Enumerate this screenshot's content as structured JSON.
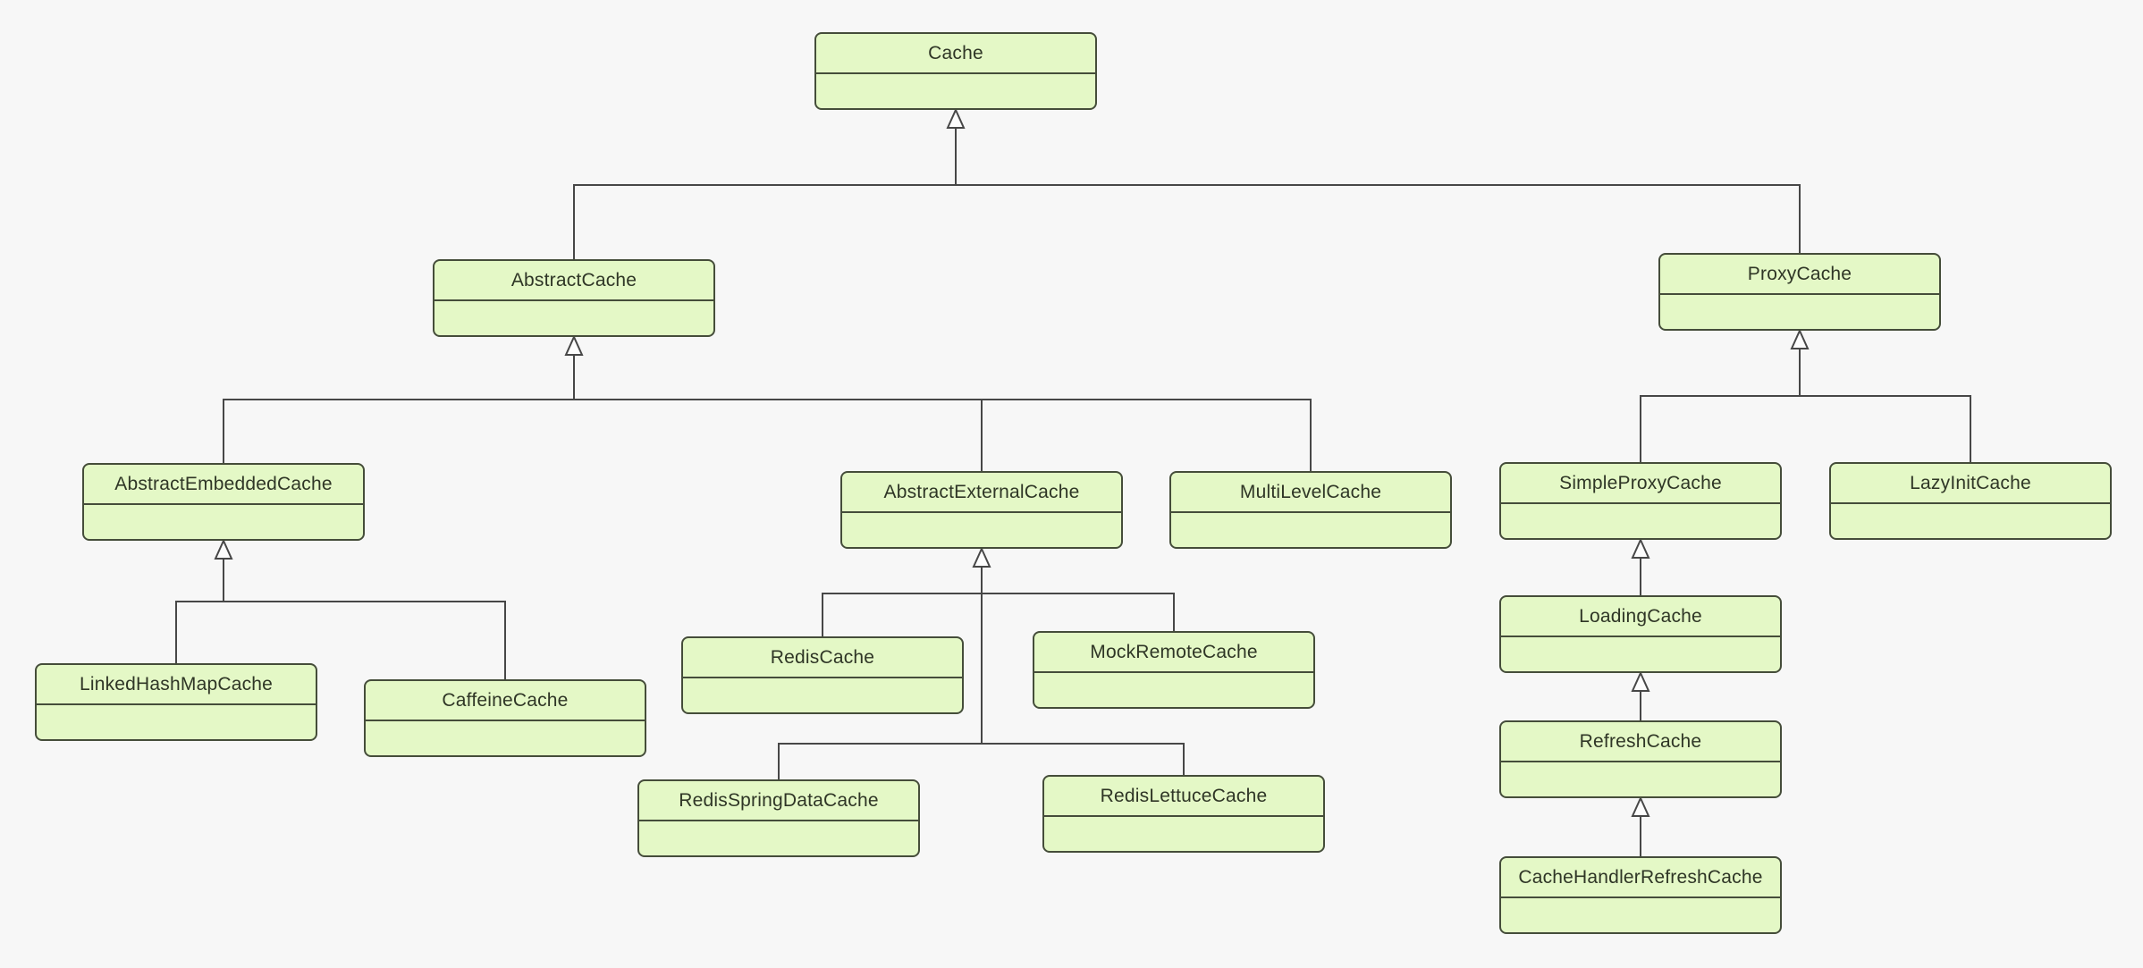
{
  "diagram": {
    "type": "uml-class-inheritance-diagram",
    "relationship_type": "inheritance (hollow triangle arrowheads pointing to parent)",
    "colors": {
      "background": "#f7f7f7",
      "node_fill": "#e4f8c6",
      "node_border": "#454d3a",
      "connector": "#474747",
      "arrowhead_fill": "#fdfdfd",
      "text": "#2f3626"
    },
    "nodes": [
      {
        "id": "cache",
        "label": "Cache"
      },
      {
        "id": "abstract-cache",
        "label": "AbstractCache"
      },
      {
        "id": "proxy-cache",
        "label": "ProxyCache"
      },
      {
        "id": "abstract-embedded-cache",
        "label": "AbstractEmbeddedCache"
      },
      {
        "id": "abstract-external-cache",
        "label": "AbstractExternalCache"
      },
      {
        "id": "multi-level-cache",
        "label": "MultiLevelCache"
      },
      {
        "id": "simple-proxy-cache",
        "label": "SimpleProxyCache"
      },
      {
        "id": "lazy-init-cache",
        "label": "LazyInitCache"
      },
      {
        "id": "linked-hash-map-cache",
        "label": "LinkedHashMapCache"
      },
      {
        "id": "caffeine-cache",
        "label": "CaffeineCache"
      },
      {
        "id": "redis-cache",
        "label": "RedisCache"
      },
      {
        "id": "mock-remote-cache",
        "label": "MockRemoteCache"
      },
      {
        "id": "loading-cache",
        "label": "LoadingCache"
      },
      {
        "id": "redis-spring-data-cache",
        "label": "RedisSpringDataCache"
      },
      {
        "id": "redis-lettuce-cache",
        "label": "RedisLettuceCache"
      },
      {
        "id": "refresh-cache",
        "label": "RefreshCache"
      },
      {
        "id": "cache-handler-refresh-cache",
        "label": "CacheHandlerRefreshCache"
      }
    ],
    "edges": [
      {
        "parent": "cache",
        "child": "abstract-cache"
      },
      {
        "parent": "cache",
        "child": "proxy-cache"
      },
      {
        "parent": "abstract-cache",
        "child": "abstract-embedded-cache"
      },
      {
        "parent": "abstract-cache",
        "child": "abstract-external-cache"
      },
      {
        "parent": "abstract-cache",
        "child": "multi-level-cache"
      },
      {
        "parent": "abstract-embedded-cache",
        "child": "linked-hash-map-cache"
      },
      {
        "parent": "abstract-embedded-cache",
        "child": "caffeine-cache"
      },
      {
        "parent": "abstract-external-cache",
        "child": "redis-cache"
      },
      {
        "parent": "abstract-external-cache",
        "child": "mock-remote-cache"
      },
      {
        "parent": "abstract-external-cache",
        "child": "redis-spring-data-cache"
      },
      {
        "parent": "abstract-external-cache",
        "child": "redis-lettuce-cache"
      },
      {
        "parent": "proxy-cache",
        "child": "simple-proxy-cache"
      },
      {
        "parent": "proxy-cache",
        "child": "lazy-init-cache"
      },
      {
        "parent": "simple-proxy-cache",
        "child": "loading-cache"
      },
      {
        "parent": "loading-cache",
        "child": "refresh-cache"
      },
      {
        "parent": "refresh-cache",
        "child": "cache-handler-refresh-cache"
      }
    ]
  }
}
